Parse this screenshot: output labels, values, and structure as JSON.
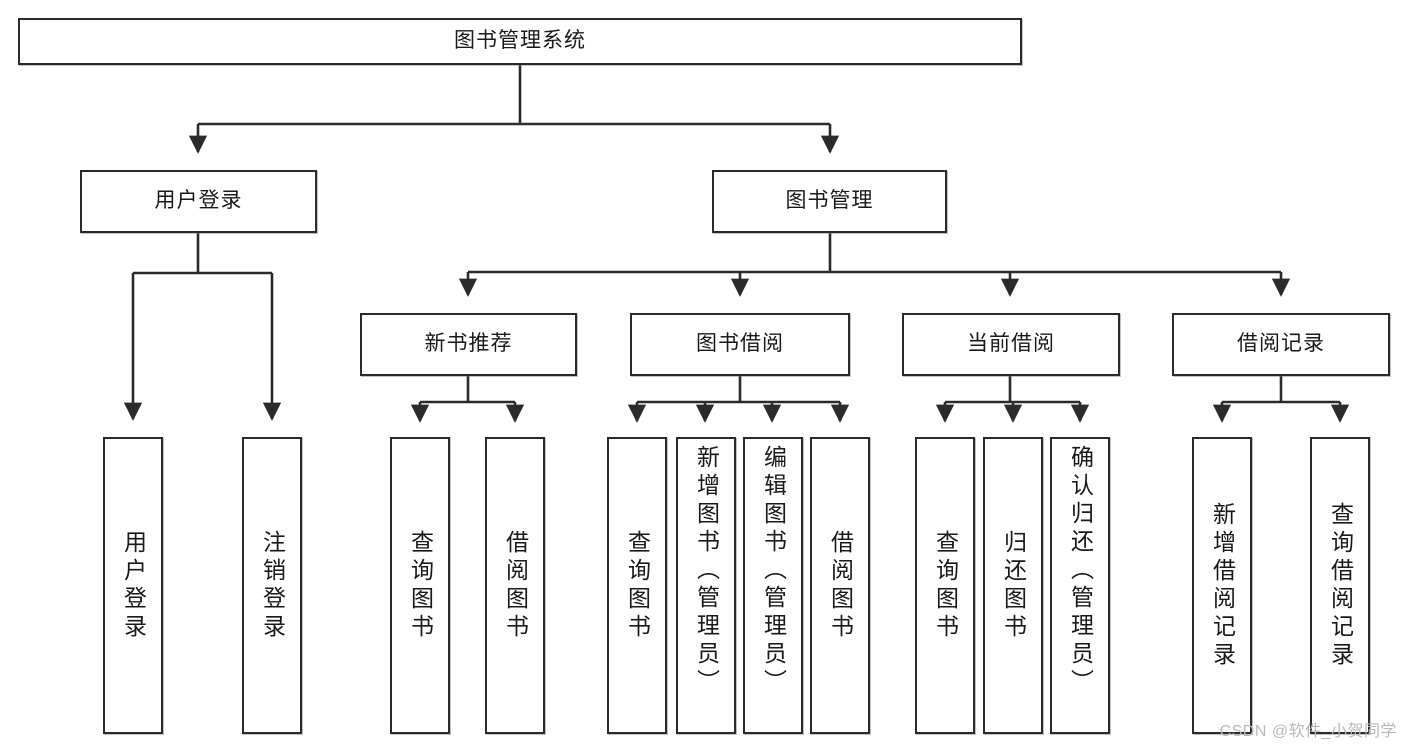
{
  "diagram": {
    "title": "图书管理系统",
    "type": "tree-hierarchy",
    "watermark": "CSDN @软件_小贺同学",
    "colors": {
      "stroke": "#2b2b2b",
      "fill": "#ffffff",
      "text": "#1a1a1a",
      "watermark": "#b9b9b9"
    },
    "nodes": {
      "root": {
        "label": "图书管理系统"
      },
      "level1": [
        {
          "id": "user-login",
          "label": "用户登录"
        },
        {
          "id": "book-manage",
          "label": "图书管理"
        }
      ],
      "level2": [
        {
          "id": "new-book-rec",
          "label": "新书推荐"
        },
        {
          "id": "book-borrow",
          "label": "图书借阅"
        },
        {
          "id": "current-borrow",
          "label": "当前借阅"
        },
        {
          "id": "borrow-record",
          "label": "借阅记录"
        }
      ],
      "leaves": {
        "user-login": [
          {
            "id": "leaf-user-login",
            "label": "用户登录"
          },
          {
            "id": "leaf-user-logout",
            "label": "注销登录"
          }
        ],
        "new-book-rec": [
          {
            "id": "leaf-query-book-1",
            "label": "查询图书"
          },
          {
            "id": "leaf-borrow-book-1",
            "label": "借阅图书"
          }
        ],
        "book-borrow": [
          {
            "id": "leaf-query-book-2",
            "label": "查询图书"
          },
          {
            "id": "leaf-add-book",
            "label": "新增图书（管理员）"
          },
          {
            "id": "leaf-edit-book",
            "label": "编辑图书（管理员）"
          },
          {
            "id": "leaf-borrow-book-2",
            "label": "借阅图书"
          }
        ],
        "current-borrow": [
          {
            "id": "leaf-query-book-3",
            "label": "查询图书"
          },
          {
            "id": "leaf-return-book",
            "label": "归还图书"
          },
          {
            "id": "leaf-confirm-return",
            "label": "确认归还（管理员）"
          }
        ],
        "borrow-record": [
          {
            "id": "leaf-add-record",
            "label": "新增借阅记录"
          },
          {
            "id": "leaf-query-record",
            "label": "查询借阅记录"
          }
        ]
      }
    }
  }
}
